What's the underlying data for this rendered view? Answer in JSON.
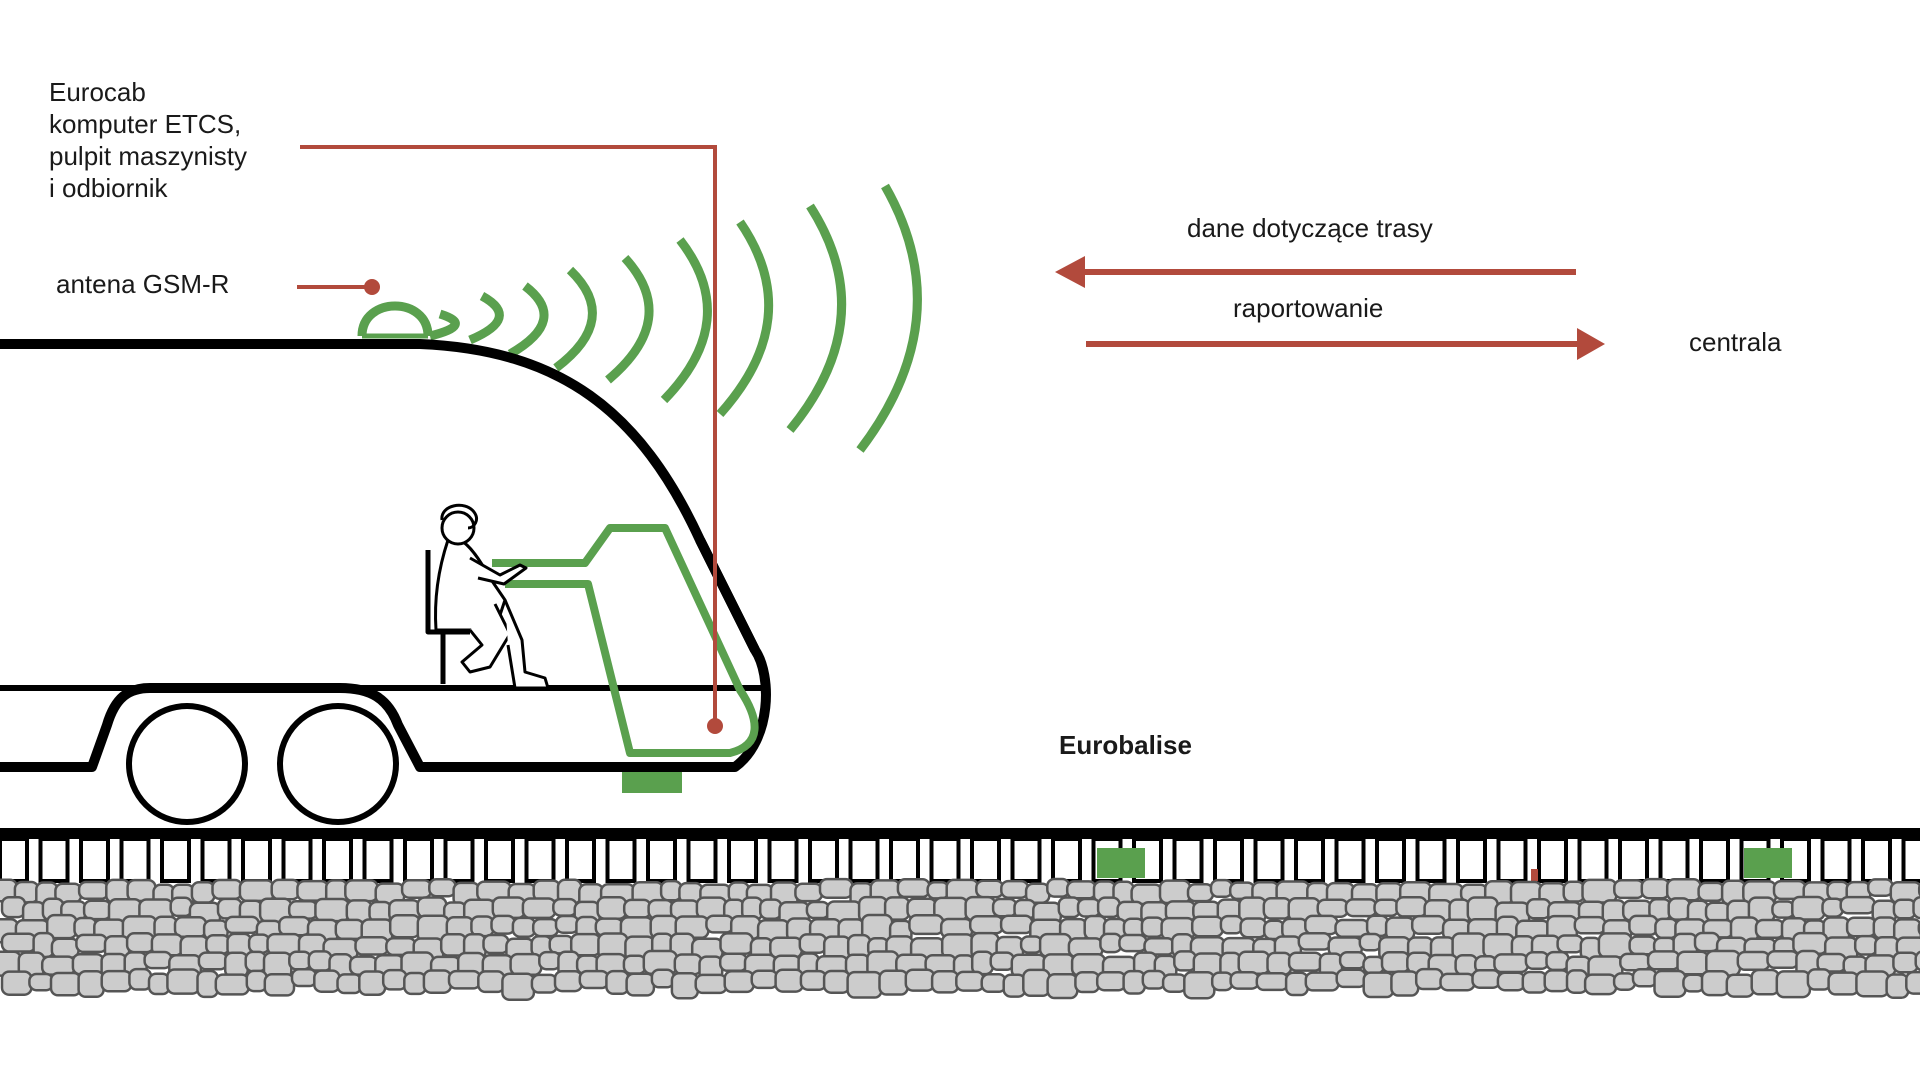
{
  "labels": {
    "eurocab": "Eurocab\nkomputer ETCS,\npulpit maszynisty\ni odbiornik",
    "antenna": "antena GSM-R",
    "route_data": "dane dotyczące trasy",
    "reporting": "raportowanie",
    "control_center": "centrala",
    "eurobalise": "Eurobalise"
  },
  "colors": {
    "accent_red": "#b24a3c",
    "accent_green": "#5aa04e",
    "outline": "#000000",
    "ballast": "#cccccc",
    "ballast_stroke": "#555555"
  },
  "icons": {
    "train": "train-cab-outline",
    "driver": "seated-driver-figure",
    "signal": "radio-wave-arcs",
    "balise": "track-balise"
  }
}
